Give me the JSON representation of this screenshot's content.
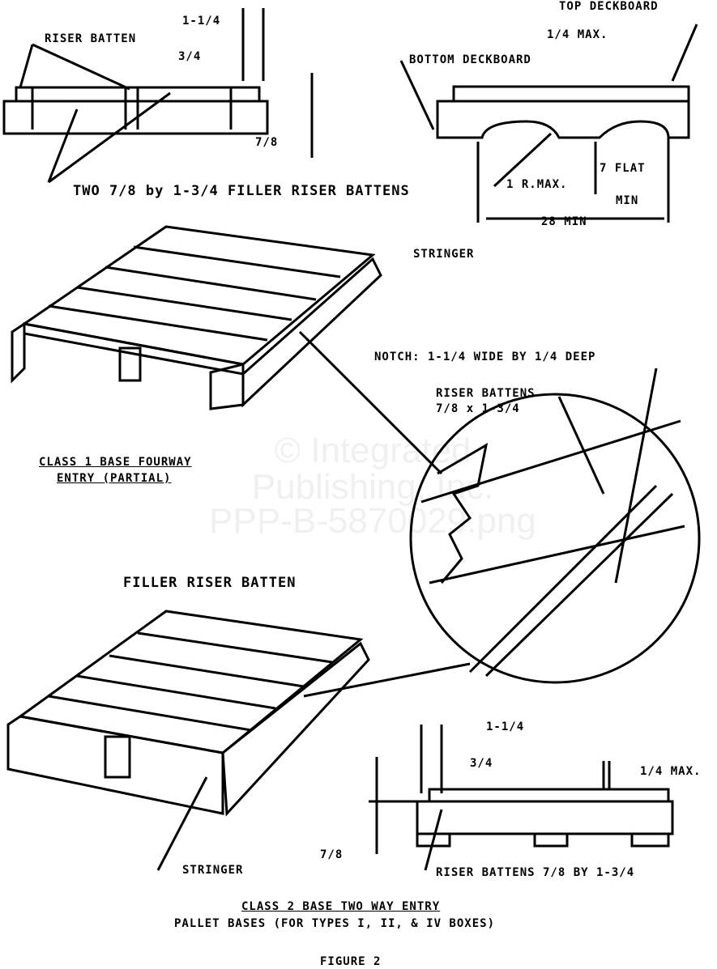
{
  "top_left": {
    "dim_1_1_4": "1-1/4",
    "riser_batten": "RISER BATTEN",
    "dim_3_4": "3/4",
    "dim_7_8": "7/8",
    "filler_note": "TWO 7/8 by 1-3/4 FILLER RISER BATTENS"
  },
  "top_right": {
    "top_deckboard": "TOP DECKBOARD",
    "max_1_4": "1/4 MAX.",
    "bottom_deckboard": "BOTTOM DECKBOARD",
    "radius": "1 R.MAX.",
    "flat_7": "7 FLAT",
    "flat_min": "MIN",
    "min_28": "28 MIN"
  },
  "middle": {
    "stringer": "STRINGER",
    "notch": "NOTCH: 1-1/4 WIDE BY 1/4 DEEP",
    "riser_battens": "RISER BATTENS",
    "riser_battens_dim": "7/8 x 1-3/4",
    "class1_line1": "CLASS 1 BASE FOURWAY",
    "class1_line2": "ENTRY (PARTIAL)",
    "filler_riser": "FILLER RISER BATTEN"
  },
  "bottom": {
    "dim_1_1_4": "1-1/4",
    "dim_3_4": "3/4",
    "max_1_4": "1/4 MAX.",
    "dim_7_8": "7/8",
    "stringer": "STRINGER",
    "riser_battens": "RISER BATTENS 7/8 BY 1-3/4",
    "class2": "CLASS 2 BASE TWO WAY ENTRY",
    "caption": "PALLET BASES (FOR TYPES I, II, & IV BOXES)",
    "figure": "FIGURE 2"
  },
  "watermark": {
    "line1": "© Integrated",
    "line2": "Publishing, Inc.",
    "line3": "PPP-B-5870029.png"
  }
}
